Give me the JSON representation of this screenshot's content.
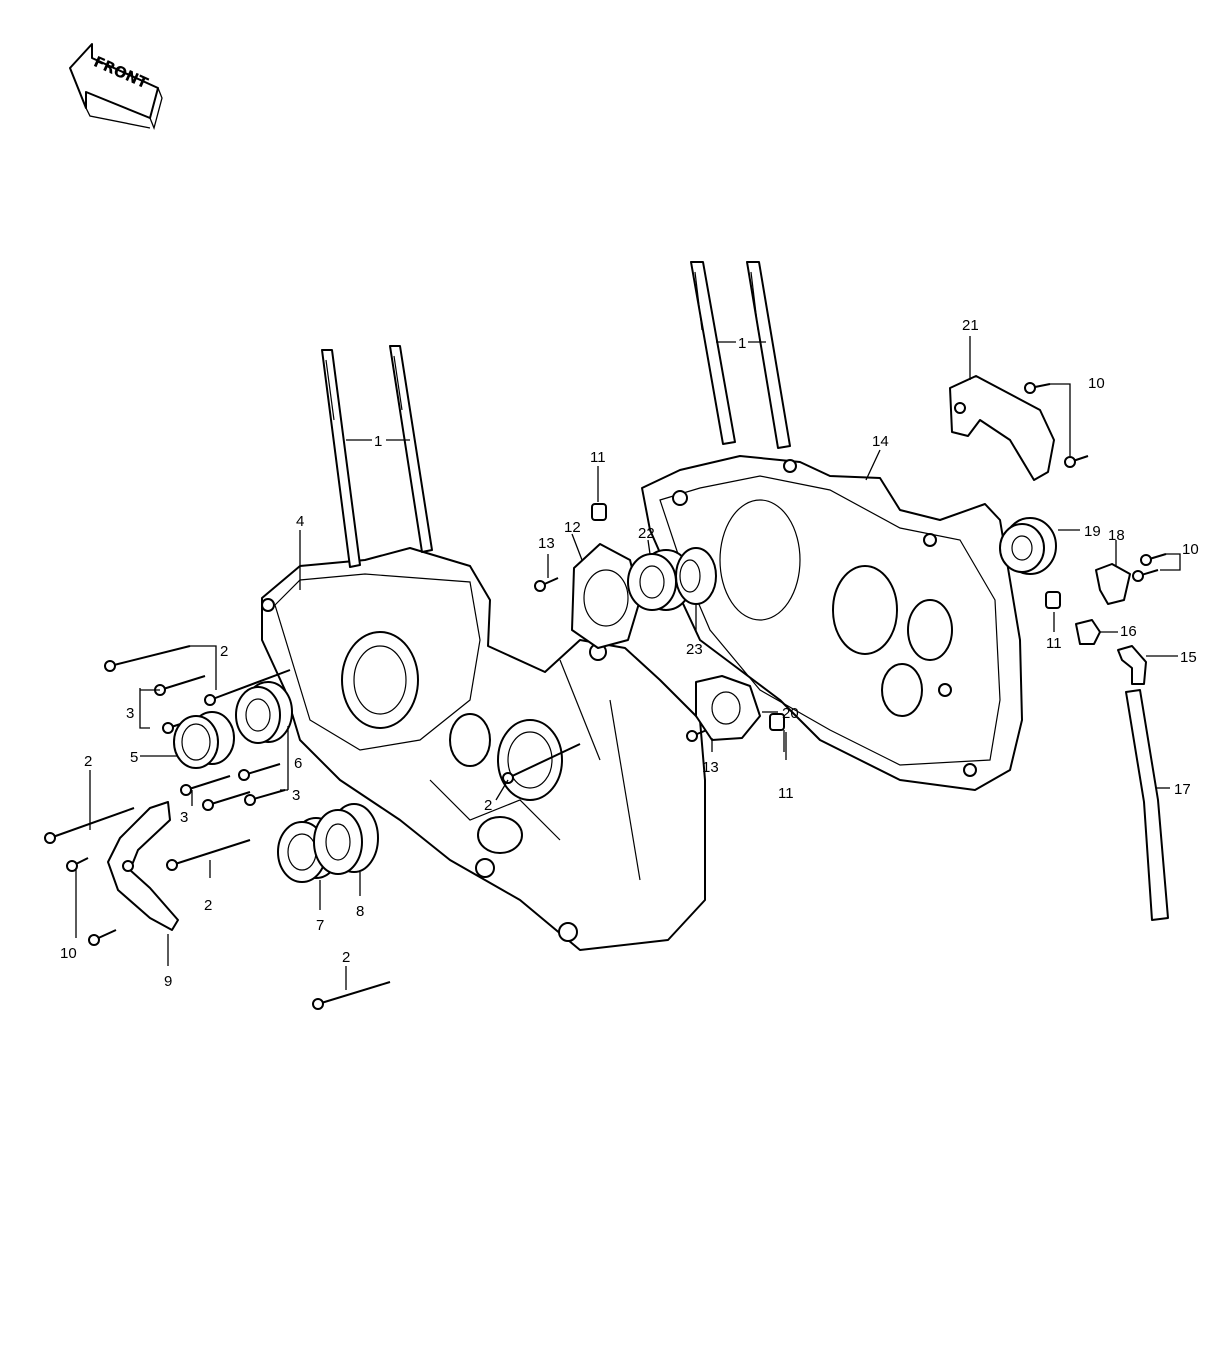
{
  "direction_label": "FRONT",
  "callouts": {
    "c1a": "1",
    "c1b": "1",
    "c2a": "2",
    "c2b": "2",
    "c2c": "2",
    "c2d": "2",
    "c2e": "2",
    "c3a": "3",
    "c3b": "3",
    "c3c": "3",
    "c4": "4",
    "c5": "5",
    "c6": "6",
    "c7": "7",
    "c8": "8",
    "c9": "9",
    "c10a": "10",
    "c10b": "10",
    "c10c": "10",
    "c11a": "11",
    "c11b": "11",
    "c11c": "11",
    "c12": "12",
    "c13a": "13",
    "c13b": "13",
    "c14": "14",
    "c15": "15",
    "c16": "16",
    "c17": "17",
    "c18": "18",
    "c19": "19",
    "c20": "20",
    "c21": "21",
    "c22": "22",
    "c23": "23"
  },
  "colors": {
    "ink": "#000000",
    "paper": "#ffffff"
  }
}
